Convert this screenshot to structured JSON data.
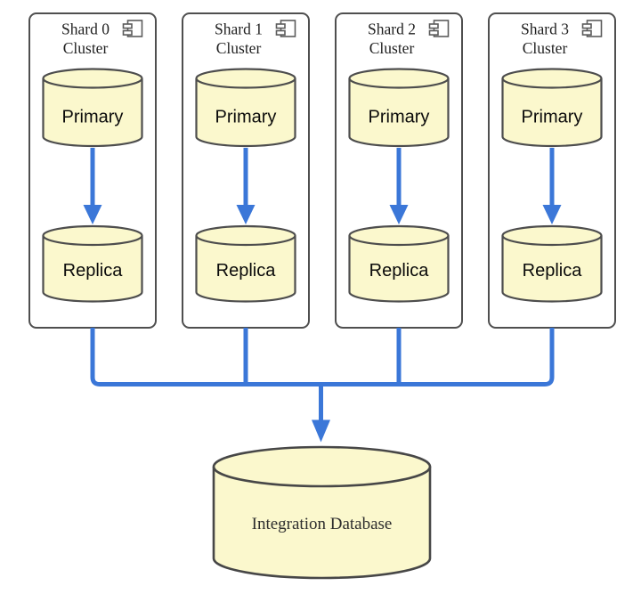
{
  "clusters": [
    {
      "title_line1": "Shard 0",
      "title_line2": "Cluster",
      "primary_label": "Primary",
      "replica_label": "Replica"
    },
    {
      "title_line1": "Shard 1",
      "title_line2": "Cluster",
      "primary_label": "Primary",
      "replica_label": "Replica"
    },
    {
      "title_line1": "Shard 2",
      "title_line2": "Cluster",
      "primary_label": "Primary",
      "replica_label": "Replica"
    },
    {
      "title_line1": "Shard 3",
      "title_line2": "Cluster",
      "primary_label": "Primary",
      "replica_label": "Replica"
    }
  ],
  "integration_database": {
    "label": "Integration Database"
  },
  "icons": {
    "cluster_corner_icon": "uml-component-icon"
  },
  "colors": {
    "background": "#ffffff",
    "cylinder_fill": "#fbf8cd",
    "cylinder_stroke": "#4d4d4d",
    "box_stroke": "#4f4f4f",
    "arrow_blue": "#3b77d8"
  }
}
